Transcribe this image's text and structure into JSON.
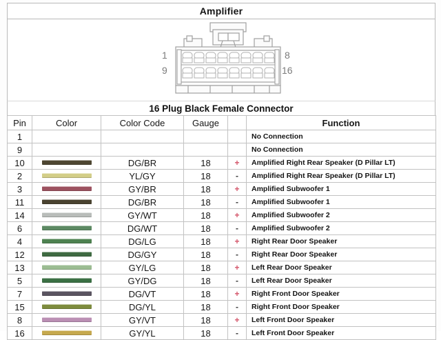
{
  "header": {
    "title": "Amplifier"
  },
  "diagram": {
    "name": "16-pin-connector-illustration",
    "pin_labels": {
      "top_left": "1",
      "top_right": "8",
      "bottom_left": "9",
      "bottom_right": "16"
    },
    "top_row_pins": 8,
    "bottom_row_pins": 8,
    "outline_color": "#9a9a9a"
  },
  "subtitle": {
    "text": "16 Plug Black Female Connector"
  },
  "table": {
    "columns": [
      "Pin",
      "Color",
      "Color Code",
      "Gauge",
      "",
      "Function"
    ],
    "polarity_colors": {
      "positive": "#d4556a",
      "negative": "#3a3a3a"
    },
    "rows": [
      {
        "pin": "1",
        "swatch": "",
        "code": "",
        "gauge": "",
        "polarity": "",
        "function": "No Connection"
      },
      {
        "pin": "9",
        "swatch": "",
        "code": "",
        "gauge": "",
        "polarity": "",
        "function": "No Connection"
      },
      {
        "pin": "10",
        "swatch": "#4e4631",
        "code": "DG/BR",
        "gauge": "18",
        "polarity": "+",
        "function": "Amplified Right Rear Speaker (D Pillar LT)"
      },
      {
        "pin": "2",
        "swatch": "#d3ce88",
        "code": "YL/GY",
        "gauge": "18",
        "polarity": "-",
        "function": "Amplified Right Rear Speaker (D Pillar LT)"
      },
      {
        "pin": "3",
        "swatch": "#9d5260",
        "code": "GY/BR",
        "gauge": "18",
        "polarity": "+",
        "function": "Amplified Subwoofer 1"
      },
      {
        "pin": "11",
        "swatch": "#4a4330",
        "code": "DG/BR",
        "gauge": "18",
        "polarity": "-",
        "function": "Amplified Subwoofer 1"
      },
      {
        "pin": "14",
        "swatch": "#b9bdba",
        "code": "GY/WT",
        "gauge": "18",
        "polarity": "+",
        "function": "Amplified Subwoofer 2"
      },
      {
        "pin": "6",
        "swatch": "#5d8a63",
        "code": "DG/WT",
        "gauge": "18",
        "polarity": "-",
        "function": "Amplified Subwoofer 2"
      },
      {
        "pin": "4",
        "swatch": "#4e8251",
        "code": "DG/LG",
        "gauge": "18",
        "polarity": "+",
        "function": "Right Rear Door Speaker"
      },
      {
        "pin": "12",
        "swatch": "#3f6b42",
        "code": "DG/GY",
        "gauge": "18",
        "polarity": "-",
        "function": "Right Rear Door Speaker"
      },
      {
        "pin": "13",
        "swatch": "#9cbd93",
        "code": "GY/LG",
        "gauge": "18",
        "polarity": "+",
        "function": "Left Rear Door Speaker"
      },
      {
        "pin": "5",
        "swatch": "#3b7044",
        "code": "GY/DG",
        "gauge": "18",
        "polarity": "-",
        "function": "Left Rear Door Speaker"
      },
      {
        "pin": "7",
        "swatch": "#5a5460",
        "code": "DG/VT",
        "gauge": "18",
        "polarity": "+",
        "function": "Right Front  Door Speaker"
      },
      {
        "pin": "15",
        "swatch": "#7e8c3e",
        "code": "DG/YL",
        "gauge": "18",
        "polarity": "-",
        "function": "Right Front  Door Speaker"
      },
      {
        "pin": "8",
        "swatch": "#bb8fb4",
        "code": "GY/VT",
        "gauge": "18",
        "polarity": "+",
        "function": "Left Front  Door Speaker"
      },
      {
        "pin": "16",
        "swatch": "#c6a94e",
        "code": "GY/YL",
        "gauge": "18",
        "polarity": "-",
        "function": "Left Front  Door Speaker"
      }
    ]
  }
}
